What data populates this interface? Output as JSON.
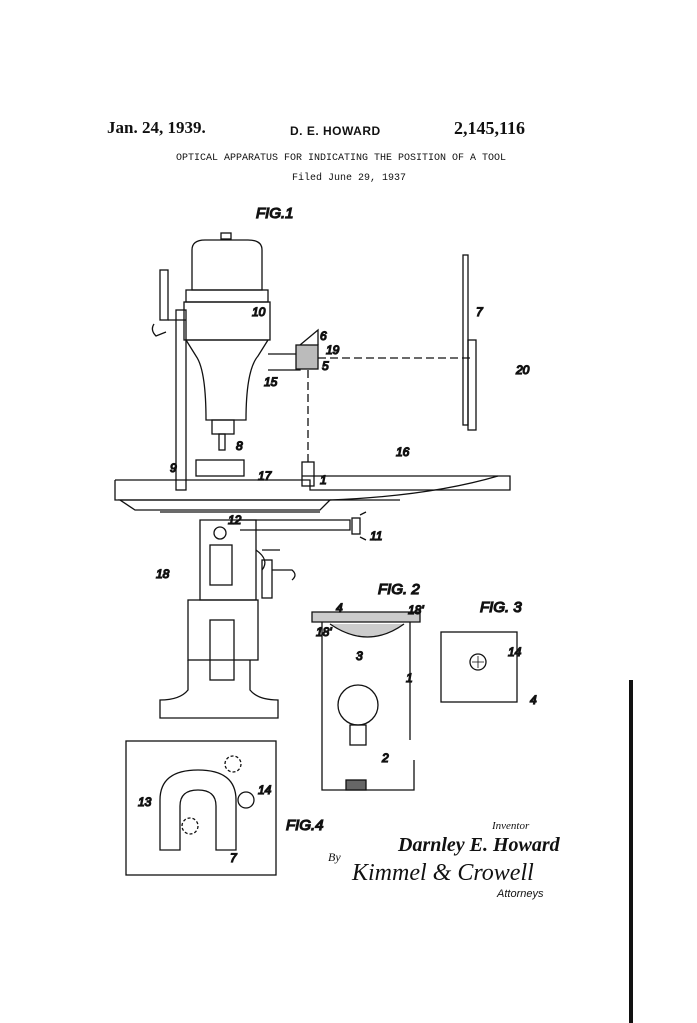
{
  "header": {
    "date": "Jan. 24, 1939.",
    "inventor_name": "D. E. HOWARD",
    "patent_number": "2,145,116",
    "title": "OPTICAL APPARATUS FOR INDICATING THE POSITION OF A TOOL",
    "filed": "Filed June 29, 1937"
  },
  "figures": {
    "fig1": {
      "label": "FIG.1",
      "refs": {
        "r10": "10",
        "r6": "6",
        "r19": "19",
        "r5": "5",
        "r7": "7",
        "r20": "20",
        "r15": "15",
        "r8": "8",
        "r16": "16",
        "r9": "9",
        "r17": "17",
        "r1": "1",
        "r12": "12",
        "r11": "11",
        "r18": "18"
      }
    },
    "fig2": {
      "label": "FIG. 2",
      "refs": {
        "r4": "4",
        "r18a": "18'",
        "r18b": "18'",
        "r3": "3",
        "r1": "1",
        "r2": "2"
      }
    },
    "fig3": {
      "label": "FIG. 3",
      "refs": {
        "r14": "14",
        "r4": "4"
      }
    },
    "fig4": {
      "label": "FIG.4",
      "refs": {
        "r13": "13",
        "r14": "14",
        "r7": "7"
      }
    }
  },
  "signature": {
    "inventor_label": "Inventor",
    "inventor": "Darnley E. Howard",
    "by": "By",
    "attorneys": "Kimmel & Crowell",
    "attorneys_label": "Attorneys"
  }
}
